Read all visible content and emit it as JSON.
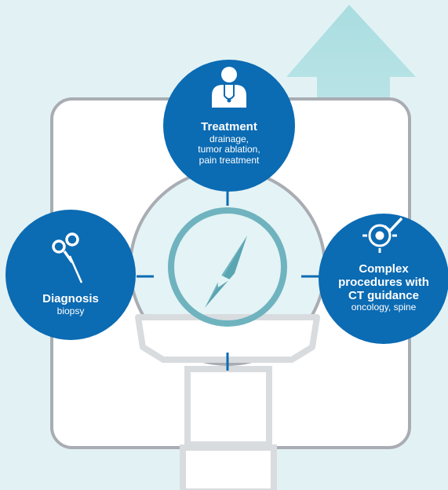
{
  "colors": {
    "background": "#e2f2f4",
    "node_blue": "#0b6bb3",
    "compass_ring": "#6fb3bf",
    "arrow": "#b9e1e4",
    "scanner_outline": "#a9adb3",
    "scanner_fill": "#ffffff"
  },
  "nodes": {
    "treatment": {
      "title": "Treatment",
      "sub_line1": "drainage,",
      "sub_line2": "tumor ablation,",
      "sub_line3": "pain treatment",
      "icon": "doctor-icon"
    },
    "diagnosis": {
      "title": "Diagnosis",
      "sub": "biopsy",
      "icon": "biopsy-needle-icon"
    },
    "complex": {
      "title_line1": "Complex",
      "title_line2": "procedures with",
      "title_line3": "CT guidance",
      "sub": "oncology, spine",
      "icon": "target-check-icon"
    }
  },
  "center": {
    "icon": "compass-icon"
  }
}
